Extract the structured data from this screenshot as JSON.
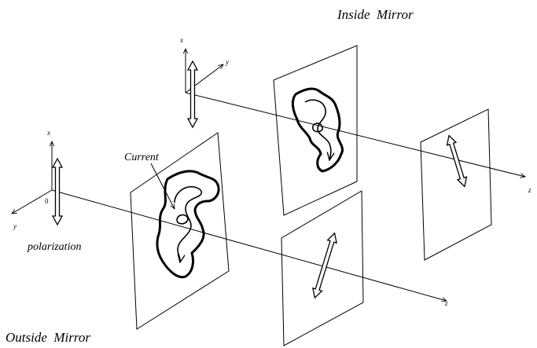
{
  "labels": {
    "inside_mirror": "Inside  Mirror",
    "outside_mirror": "Outside  Mirror",
    "current": "Current",
    "polarization": "polarization",
    "origin": "0"
  },
  "axes": {
    "upper": {
      "x": "x",
      "y": "y",
      "z": "z"
    },
    "lower": {
      "x": "x",
      "y": "y",
      "z": "z"
    }
  },
  "icons": {
    "polarization_arrow": "double-headed-arrow",
    "current_loop": "closed-current-loop"
  },
  "colors": {
    "stroke": "#000000",
    "background": "#ffffff"
  }
}
